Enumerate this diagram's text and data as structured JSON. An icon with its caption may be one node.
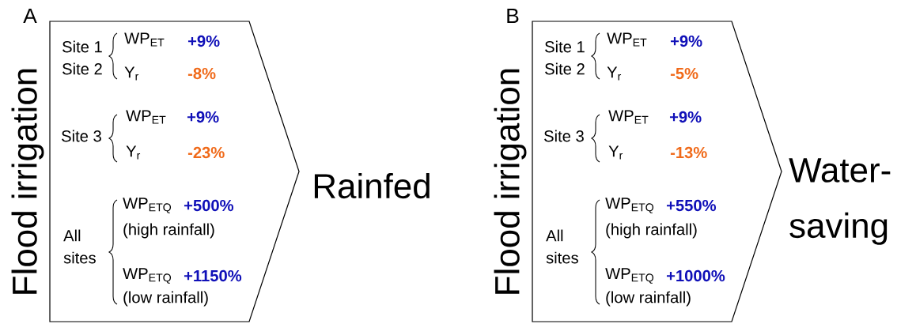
{
  "diagram": {
    "nodes": [
      {
        "text": [
          "Flood irrigation"
        ]
      },
      {
        "text": [],
        "shape": "pentagon"
      },
      {
        "text": [
          "Rainfed"
        ]
      },
      {
        "text": [
          "Flood irrigation"
        ]
      },
      {
        "text": [],
        "shape": "pentagon"
      },
      {
        "text": [
          "Water-saving"
        ]
      }
    ],
    "edges": [],
    "labels": [
      "A",
      "Site 1",
      "Site 2",
      "WP$_{ET}$",
      "+9%",
      "Y$_{r}$",
      "-8%",
      "Site 3",
      "WP$_{ET}$",
      "+9%",
      "Y$_{r}$",
      "-23%",
      "All sites",
      "WP$_{ETQ}$",
      "+500%",
      "(high rainfall)",
      "WP$_{ETQ}$",
      "+1150%",
      "(low rainfall)",
      "B",
      "Site 1",
      "Site 2",
      "WP$_{ET}$",
      "+9%",
      "Y$_{r}$",
      "-5%",
      "Site 3",
      "WP$_{ET}$",
      "+9%",
      "Y$_{r}$",
      "-13%",
      "All sites",
      "WP$_{ETQ}$",
      "+550%",
      "(high rainfall)",
      "WP$_{ETQ}$",
      "+1000%",
      "(low rainfall)"
    ]
  }
}
